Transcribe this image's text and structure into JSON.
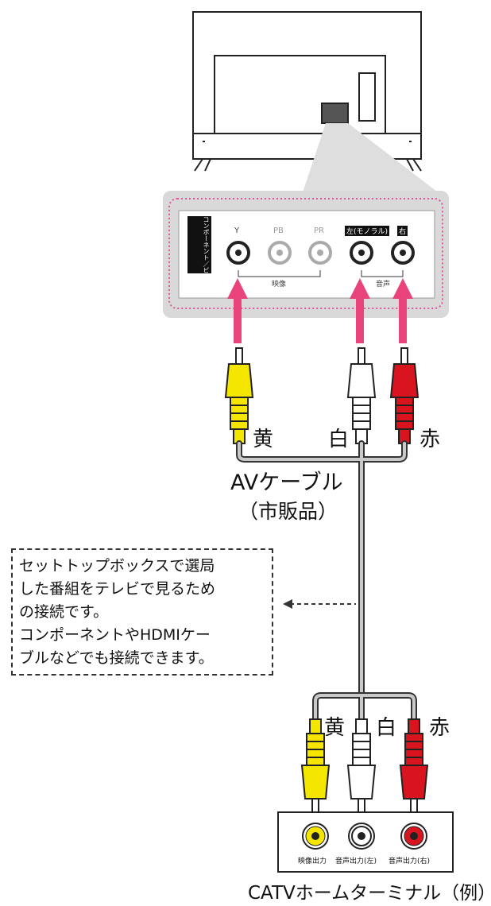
{
  "tv_panel": {
    "vertical_label": "コンポーネント／ビデオ入力",
    "y_label": "Y",
    "pb_label": "PB",
    "pr_label": "PR",
    "audio_left_label": "左(モノラル)",
    "audio_right_label": "右",
    "video_group_label": "映像",
    "audio_group_label": "音声"
  },
  "cable_labels": {
    "yellow": "黄",
    "white": "白",
    "red": "赤"
  },
  "cable_name": "AVケーブル",
  "cable_note": "（市販品）",
  "note": {
    "lines": [
      "セットトップボックスで選局",
      "した番組をテレビで見るため",
      "の接続です。",
      "コンポーネントやHDMIケー",
      "ブルなどでも接続できます。"
    ]
  },
  "terminal_jacks": {
    "video_out": "映像出力",
    "audio_out_left": "音声出力(左)",
    "audio_out_right": "音声出力(右)"
  },
  "terminal_caption": "CATVホームターミナル（例）",
  "colors": {
    "yellow": "#f5e600",
    "white": "#ffffff",
    "red": "#d8141e",
    "arrow_pink": "#e8437a",
    "panel_gray": "#d9d9d9",
    "dotted_pink": "#e0559a"
  }
}
